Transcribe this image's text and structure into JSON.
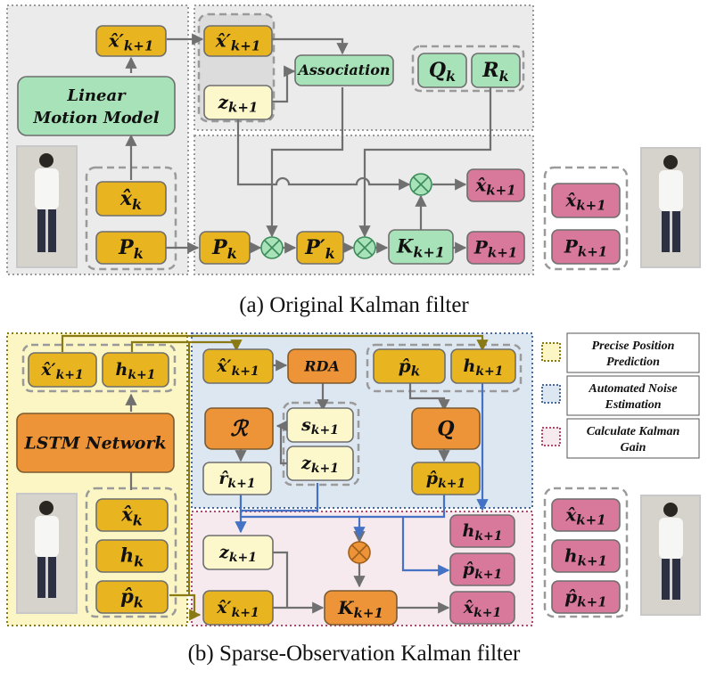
{
  "diagram_a": {
    "caption": "(a) Original Kalman filter",
    "nodes": {
      "x_prime_top": "x̂′ k+1",
      "x_prime_assoc": "x̂′ k+1",
      "association": "Association",
      "q": "Q k",
      "r": "R k",
      "z": "z k+1",
      "motion_model": [
        "Linear",
        "Motion Model"
      ],
      "x_k": "x̂ k",
      "p_k_in": "P k",
      "p_k": "P k",
      "p_prime_k": "P′ k",
      "k_gain": "K k+1",
      "x_out": "x̂ k+1",
      "p_out": "P k+1",
      "x_final": "x̂ k+1",
      "p_final": "P k+1"
    }
  },
  "diagram_b": {
    "caption": "(b) Sparse-Observation Kalman filter",
    "nodes": {
      "x_prime_top": "x̂′ k+1",
      "h_top": "h k+1",
      "lstm": "LSTM Network",
      "x_k": "x̂ k",
      "h_k": "h k",
      "p_k": "p̂ k",
      "x_prime_mid": "x̂′ k+1",
      "rda": "RDA",
      "p_hat_k": "p̂ k",
      "h_mid": "h k+1",
      "r_cal": "ℛ",
      "s": "s k+1",
      "z_mid": "z k+1",
      "q": "Q",
      "r_hat": "r̂ k+1",
      "p_hat_k1": "p̂ k+1",
      "z_low": "z k+1",
      "h_low": "h k+1",
      "p_low": "p̂ k+1",
      "x_prime_low": "x̂′ k+1",
      "k_gain": "K k+1",
      "x_low": "x̂ k+1",
      "x_final": "x̂ k+1",
      "h_final": "h k+1",
      "p_final": "p̂ k+1"
    },
    "legend": {
      "precise": [
        "Precise Position",
        "Prediction"
      ],
      "noise": [
        "Automated Noise",
        "Estimation"
      ],
      "gain": [
        "Calculate Kalman",
        "Gain"
      ]
    }
  },
  "colors": {
    "gold": "#e8b520",
    "green": "#a8e2b8",
    "cream": "#fdf8cc",
    "pink": "#d8789a",
    "orange": "#ee9438",
    "yellow_region": "#fbf6c4",
    "blue_region": "#dde7f2",
    "pink_region": "#f6eaee",
    "arrow_blue": "#4472c4",
    "arrow_olive": "#8a7a14"
  }
}
